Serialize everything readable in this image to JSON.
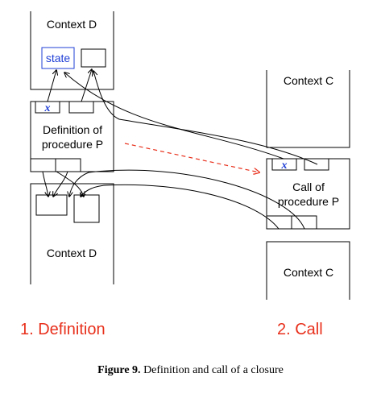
{
  "diagram": {
    "left": {
      "top_context_label": "Context D",
      "state_label": "state",
      "procedure_label_line1": "Definition of",
      "procedure_label_line2": "procedure P",
      "bottom_context_label": "Context D",
      "x_mark": "x"
    },
    "right": {
      "top_context_label": "Context C",
      "call_label_line1": "Call of",
      "call_label_line2": "procedure P",
      "bottom_context_label": "Context C",
      "x_mark": "x"
    },
    "step_labels": {
      "definition": "1. Definition",
      "call": "2. Call"
    },
    "colors": {
      "line": "#000000",
      "state_box": "#1f3fd6",
      "step_text": "#e8301c",
      "dashed_arrow": "#e8301c"
    }
  },
  "caption": {
    "figure_label": "Figure 9.",
    "text": "Definition and call of a closure"
  }
}
